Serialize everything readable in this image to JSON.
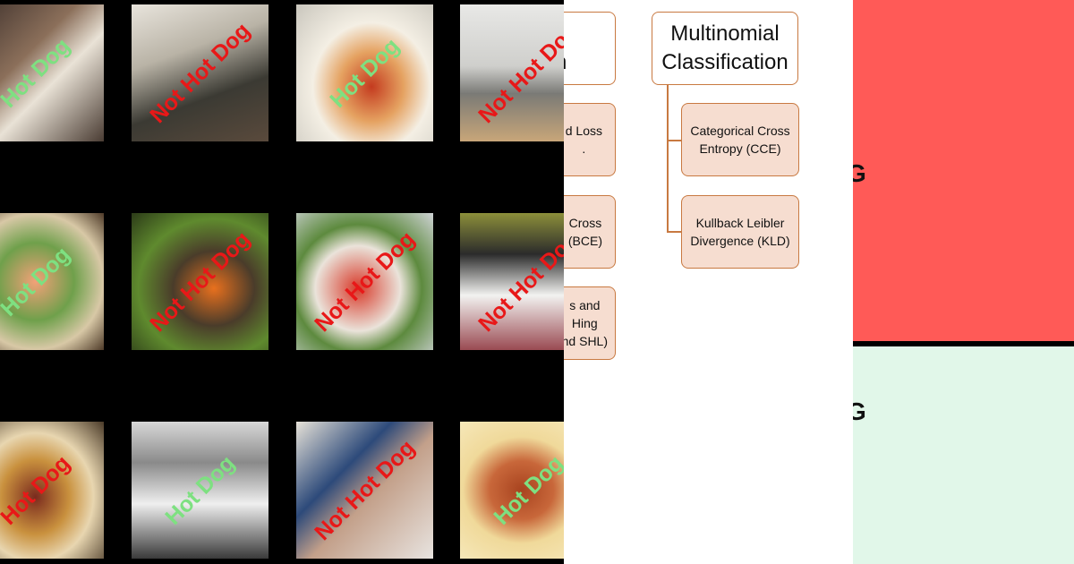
{
  "grid": {
    "tiles": [
      {
        "label": "Hot Dog",
        "kind": "hot"
      },
      {
        "label": "Not Hot Dog",
        "kind": "not"
      },
      {
        "label": "Hot Dog",
        "kind": "hot"
      },
      {
        "label": "Not Hot Dog",
        "kind": "not"
      },
      {
        "label": "Hot Dog",
        "kind": "hot"
      },
      {
        "label": "Not Hot Dog",
        "kind": "not"
      },
      {
        "label": "Not Hot Dog",
        "kind": "not"
      },
      {
        "label": "Not Hot Dog",
        "kind": "not"
      },
      {
        "label": "Hot Dog",
        "kind": "hot"
      },
      {
        "label": "Hot Dog",
        "kind": "hot"
      },
      {
        "label": "Not Hot Dog",
        "kind": "not"
      },
      {
        "label": "Hot Dog",
        "kind": "hot"
      }
    ],
    "colors": {
      "hot_label": "#7ee081",
      "not_label": "#e81818",
      "background": "#000000"
    }
  },
  "diagram": {
    "left_column": {
      "title": "y\ntion",
      "items": [
        "d Loss\n.",
        "Cross\n(BCE)",
        "s and\nHing\nnd SHL)"
      ]
    },
    "right_column": {
      "title": "Multinomial\nClassification",
      "items": [
        "Categorical Cross\nEntropy (CCE)",
        "Kullback Leibler\nDivergence (KLD)"
      ]
    },
    "colors": {
      "border": "#c87941",
      "leaf_fill": "#f6ddd0"
    }
  },
  "color_panel": {
    "red_letter": "G",
    "green_letter": "G",
    "colors": {
      "red": "#ff5a57",
      "green": "#e1f7e9"
    }
  }
}
